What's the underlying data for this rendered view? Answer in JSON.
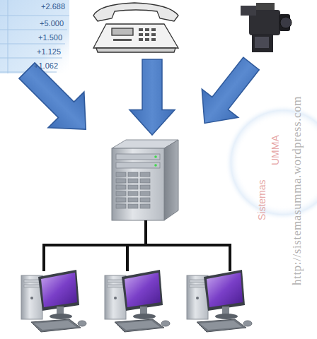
{
  "diagram": {
    "labels": [
      "+2.688",
      "+5.000",
      "+1.500",
      "+1.125",
      "+1.062",
      "Sistemas",
      "UMMA",
      "http://sistemasumma.wordpress.com"
    ]
  }
}
